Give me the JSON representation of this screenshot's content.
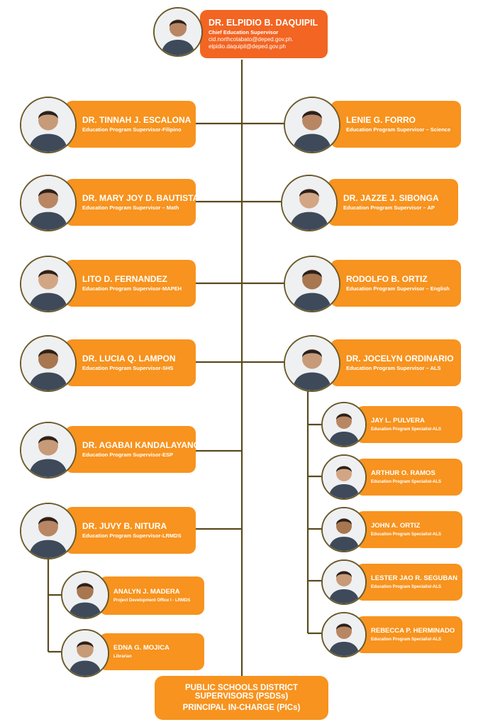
{
  "chief": {
    "name": "DR. ELPIDIO B. DAQUIPIL",
    "title": "Chief Education Supervisor",
    "email1": "cid.northcotabato@deped.gov.ph.",
    "email2": "elpidio.daquipil@deped.gov.ph"
  },
  "left": [
    {
      "name": "DR. TINNAH J. ESCALONA",
      "title": "Education Program Supervisor-Filipino"
    },
    {
      "name": "DR. MARY JOY D. BAUTISTA",
      "title": "Education Program Supervisor – Math"
    },
    {
      "name": "LITO D. FERNANDEZ",
      "title": "Education Program Supervisor-MAPEH"
    },
    {
      "name": "DR. LUCIA Q. LAMPON",
      "title": "Education Program Supervisor-SHS"
    },
    {
      "name": "DR. AGABAI KANDALAYANG",
      "title": "Education Program Supervisor-ESP"
    },
    {
      "name": "DR. JUVY B. NITURA",
      "title": "Education Program Supervisor-LRMDS"
    }
  ],
  "right": [
    {
      "name": "LENIE G. FORRO",
      "title": "Education Program Supervisor – Science"
    },
    {
      "name": "DR. JAZZE J. SIBONGA",
      "title": "Education Program Supervisor – AP"
    },
    {
      "name": "RODOLFO B. ORTIZ",
      "title": "Education Program Supervisor – English"
    },
    {
      "name": "DR. JOCELYN ORDINARIO",
      "title": "Education Program Supervisor – ALS"
    }
  ],
  "lrmds_staff": [
    {
      "name": "ANALYN J. MADERA",
      "title": "Project Development Office I - LRMDS"
    },
    {
      "name": "EDNA G. MOJICA",
      "title": "Librarian"
    }
  ],
  "als_staff": [
    {
      "name": "JAY L. PULVERA",
      "title": "Education Program Specialist-ALS"
    },
    {
      "name": "ARTHUR O. RAMOS",
      "title": "Education Program Specialist-ALS"
    },
    {
      "name": "JOHN A. ORTIZ",
      "title": "Education Program Specialist-ALS"
    },
    {
      "name": "LESTER JAO R. SEGUBAN",
      "title": "Education Program Specialist-ALS"
    },
    {
      "name": "REBECCA P. HERMINADO",
      "title": "Education Program Specialist-ALS"
    }
  ],
  "bottom": {
    "line1": "PUBLIC SCHOOLS DISTRICT SUPERVISORS (PSDSs)",
    "line2": "PRINCIPAL IN-CHARGE (PICs)"
  },
  "colors": {
    "card": "#f7931e",
    "chief_card": "#f26522",
    "connector": "#5a4a1e"
  }
}
